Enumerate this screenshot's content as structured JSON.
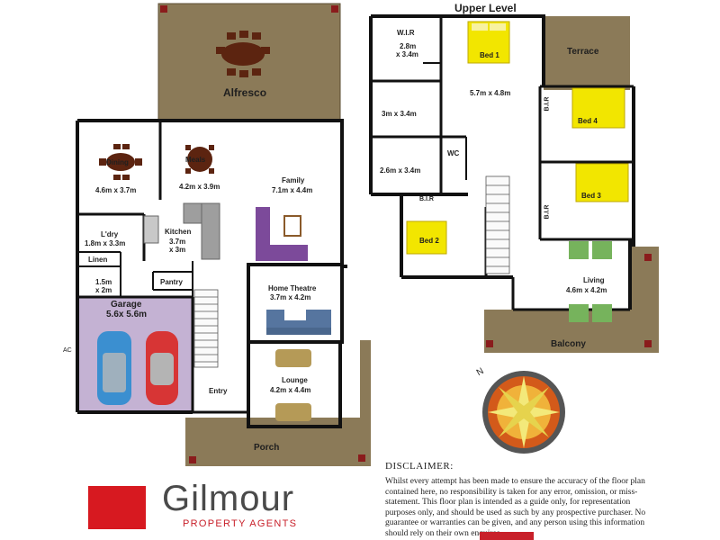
{
  "floor_plan": {
    "levels": {
      "upper": "Upper Level"
    },
    "rooms": {
      "alfresco": "Alfresco",
      "dining": {
        "name": "Dining",
        "size": "4.6m x 3.7m"
      },
      "meals": {
        "name": "Meals",
        "size": "4.2m x 3.9m"
      },
      "family": {
        "name": "Family",
        "size": "7.1m x 4.4m"
      },
      "laundry": {
        "name": "L'dry",
        "size": "1.8m x 3.3m"
      },
      "kitchen": {
        "name": "Kitchen",
        "size_line1": "3.7m",
        "size_line2": "x 3m"
      },
      "linen": "Linen",
      "bath_lower": {
        "size_line1": "1.5m",
        "size_line2": "x 2m"
      },
      "pantry": "Pantry",
      "garage": {
        "name": "Garage",
        "size": "5.6x 5.6m"
      },
      "ac": "AC",
      "home_theatre": {
        "name": "Home Theatre",
        "size": "3.7m x 4.2m"
      },
      "entry": "Entry",
      "lounge": {
        "name": "Lounge",
        "size": "4.2m x 4.4m"
      },
      "porch": "Porch",
      "wir": {
        "name": "W.I.R",
        "size_line1": "2.8m",
        "size_line2": "x 3.4m"
      },
      "bed1": {
        "name": "Bed 1",
        "size": "5.7m x 4.8m"
      },
      "ensuite": {
        "size": "3m x 3.4m"
      },
      "bathroom_upper": {
        "size": "2.6m x 3.4m"
      },
      "wc": "WC",
      "terrace": "Terrace",
      "bir_bed4": "B.I.R",
      "bed4": "Bed 4",
      "bed3": "Bed 3",
      "bir_bed3": "B.I.R",
      "bir_bed2": "B.I.R",
      "bed2": "Bed 2",
      "living": {
        "name": "Living",
        "size": "4.6m x 4.2m"
      },
      "balcony": "Balcony"
    },
    "compass_label": "N",
    "colors": {
      "deck": "#8b7a58",
      "garage": "#c4b2d3",
      "bed": "#f2e600",
      "wall": "#111111",
      "sofa_purple": "#7c4a9a",
      "sofa_blue": "#56759f",
      "sofa_khaki": "#b59a57",
      "green_sofa": "#76b35c",
      "car_blue": "#3b8fd0",
      "car_red": "#d73535"
    }
  },
  "disclaimer": {
    "title": "DISCLAIMER:",
    "body": "Whilst every attempt has been made to ensure the accuracy of the floor plan contained here, no responsibility is taken for any error, omission, or miss-statement. This floor plan is intended as a guide only, for representation purposes only, and should be used as such by any prospective purchaser. No guarantee or warranties can be given, and any person using this information should rely on their own enquires."
  },
  "brand": {
    "name": "Gilmour",
    "tagline": "PROPERTY AGENTS",
    "color": "#d71920"
  }
}
